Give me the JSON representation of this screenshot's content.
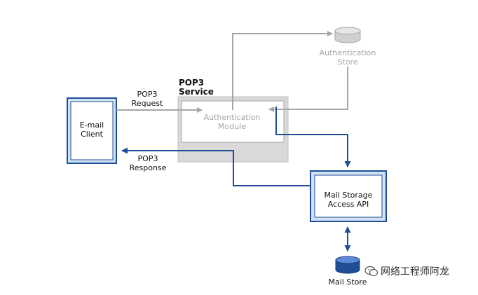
{
  "diagram": {
    "service_title": "POP3\nService",
    "auth_module": "Authentication\nModule",
    "auth_store": "Authentication\nStore",
    "email_client": "E-mail\nClient",
    "mail_api": "Mail Storage\nAccess API",
    "mail_store": "Mail Store",
    "pop3_request": "POP3\nRequest",
    "pop3_response": "POP3\nResponse"
  },
  "watermark": {
    "text": "网络工程师阿龙",
    "icon": "wechat-icon"
  },
  "colors": {
    "blue": "#1f4e97",
    "light_blue": "#cfe2f3",
    "gray_line": "#a6a6a6",
    "gray_fill": "#d9d9d9"
  }
}
